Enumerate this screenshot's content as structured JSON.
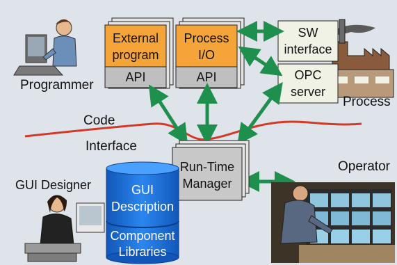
{
  "modules": {
    "external_program": {
      "title": [
        "External",
        "program"
      ],
      "api_label": "API"
    },
    "process_io": {
      "title": [
        "Process",
        "I/O"
      ],
      "api_label": "API"
    },
    "sw_interface": {
      "label": [
        "SW",
        "interface"
      ]
    },
    "opc_server": {
      "label": [
        "OPC",
        "server"
      ]
    },
    "runtime_manager": {
      "label": [
        "Run-Time",
        "Manager"
      ]
    },
    "gui_cylinder": {
      "top_label": [
        "GUI",
        "Description"
      ],
      "bottom_label": [
        "Component",
        "Libraries"
      ]
    }
  },
  "actors": {
    "programmer": "Programmer",
    "process": "Process",
    "gui_designer": "GUI Designer",
    "operator": "Operator"
  },
  "divider": {
    "code_label": "Code",
    "interface_label": "Interface"
  },
  "colors": {
    "background": "#dfe3ea",
    "orange": "#f5a43a",
    "api_grey": "#bfbfbf",
    "light_box": "#f1f2e6",
    "rtm_grey": "#c8c8c8",
    "arrow": "#1f8f4e",
    "divider_line": "#d23a28",
    "cylinder": "#1f6fd6"
  }
}
